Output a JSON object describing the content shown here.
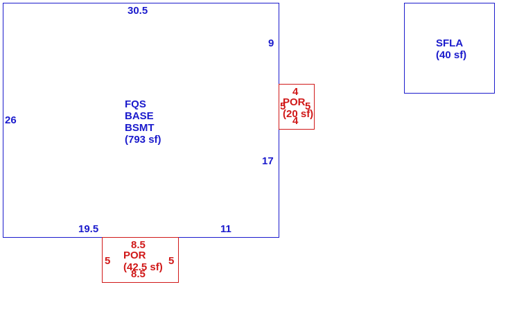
{
  "main_area": {
    "dims": {
      "top": "30.5",
      "right_upper": "9",
      "right_lower": "17",
      "left": "26",
      "bottom_left": "19.5",
      "bottom_right": "11"
    },
    "label": [
      "FQS",
      "BASE",
      "BSMT",
      "(793 sf)"
    ]
  },
  "porch_right": {
    "dims": {
      "top": "4",
      "bottom": "4",
      "left": "5",
      "right": "5"
    },
    "label": [
      "POR",
      "(20 sf)"
    ]
  },
  "porch_bottom": {
    "dims": {
      "top": "8.5",
      "bottom": "8.5",
      "left": "5",
      "right": "5"
    },
    "label": [
      "POR",
      "(42.5 sf)"
    ]
  },
  "sfla_area": {
    "label": [
      "SFLA",
      "(40 sf)"
    ]
  },
  "colors": {
    "living": "#1a1acc",
    "porch": "#d01818"
  }
}
